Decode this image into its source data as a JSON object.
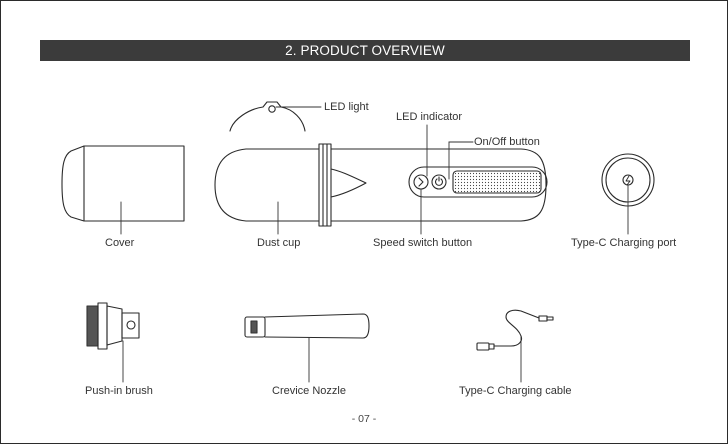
{
  "section_title": "2. PRODUCT OVERVIEW",
  "labels": {
    "led_light": "LED light",
    "led_indicator": "LED indicator",
    "on_off_button": "On/Off button",
    "cover": "Cover",
    "dust_cup": "Dust cup",
    "speed_switch_button": "Speed switch button",
    "type_c_charging_port": "Type-C Charging port",
    "push_in_brush": "Push-in brush",
    "crevice_nozzle": "Crevice Nozzle",
    "type_c_charging_cable": "Type-C Charging cable"
  },
  "page_number": "- 07 -"
}
